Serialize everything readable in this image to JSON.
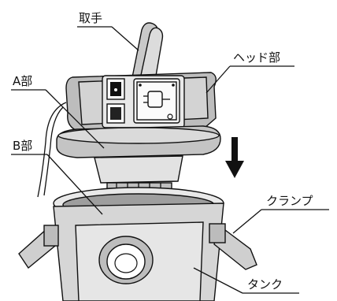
{
  "labels": {
    "handle": "取手",
    "head": "ヘッド部",
    "part_a": "A部",
    "part_b": "B部",
    "clamp": "クランプ",
    "tank": "タンク"
  },
  "colors": {
    "line": "#111111",
    "light_gray": "#e4e4e4",
    "mid_gray": "#c2c2c2",
    "dark_gray": "#8a8a8a",
    "tank_gray": "#d9d9d9"
  },
  "icons": {
    "arrow": "down-arrow-icon",
    "plug": "power-plug-icon",
    "switch": "power-switch-icon"
  }
}
